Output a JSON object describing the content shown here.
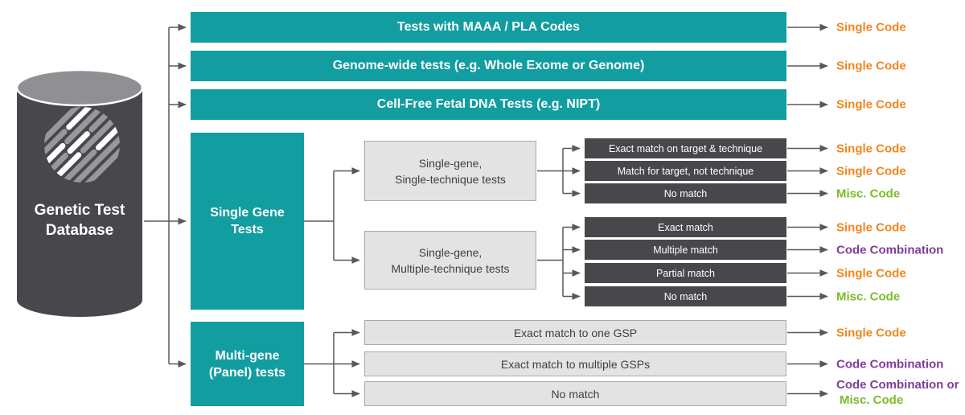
{
  "colors": {
    "teal": "#129da0",
    "dark_gray": "#47474c",
    "light_gray_fill": "#e3e3e3",
    "light_gray_border": "#aaaaaa",
    "connector_gray": "#58585a",
    "result_orange": "#f0861f",
    "result_green": "#7cbb2e",
    "result_purple": "#7e3f98"
  },
  "database": {
    "label_lines": [
      "Genetic Test",
      "Database"
    ],
    "icon": "diagonal-stripes-icon"
  },
  "top_branches": [
    {
      "label": "Tests with MAAA / PLA Codes",
      "outcome": "Single Code"
    },
    {
      "label": "Genome-wide tests (e.g. Whole Exome or Genome)",
      "outcome": "Single Code"
    },
    {
      "label": "Cell-Free Fetal DNA Tests (e.g. NIPT)",
      "outcome": "Single Code"
    }
  ],
  "single_gene": {
    "label_lines": [
      "Single Gene",
      "Tests"
    ],
    "sub_branches": [
      {
        "label_lines": [
          "Single-gene,",
          "Single-technique tests"
        ],
        "outcomes": [
          {
            "match": "Exact match on target & technique",
            "result": "Single Code"
          },
          {
            "match": "Match for target, not technique",
            "result": "Single Code"
          },
          {
            "match": "No match",
            "result": "Misc. Code"
          }
        ]
      },
      {
        "label_lines": [
          "Single-gene,",
          "Multiple-technique tests"
        ],
        "outcomes": [
          {
            "match": "Exact match",
            "result": "Single Code"
          },
          {
            "match": "Multiple match",
            "result": "Code Combination"
          },
          {
            "match": "Partial match",
            "result": "Single Code"
          },
          {
            "match": "No match",
            "result": "Misc. Code"
          }
        ]
      }
    ]
  },
  "multi_gene": {
    "label_lines": [
      "Multi-gene",
      "(Panel) tests"
    ],
    "outcomes": [
      {
        "match": "Exact match to one GSP",
        "result": "Single Code"
      },
      {
        "match": "Exact match to multiple GSPs",
        "result": "Code Combination"
      },
      {
        "match": "No match",
        "result_lines": [
          "Code Combination or",
          "Misc. Code"
        ]
      }
    ]
  }
}
